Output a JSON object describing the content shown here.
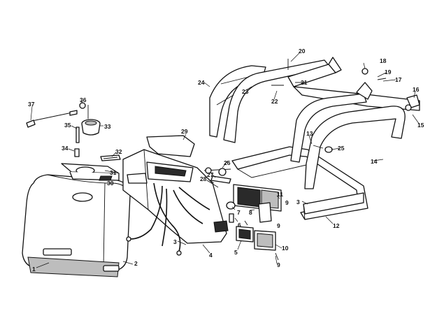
{
  "callouts": [
    {
      "id": "c1",
      "text": "1"
    },
    {
      "id": "c2",
      "text": "2"
    },
    {
      "id": "c3a",
      "text": "3"
    },
    {
      "id": "c3b",
      "text": "3"
    },
    {
      "id": "c4",
      "text": "4"
    },
    {
      "id": "c5",
      "text": "5"
    },
    {
      "id": "c6",
      "text": "6"
    },
    {
      "id": "c7",
      "text": "7"
    },
    {
      "id": "c8",
      "text": "8"
    },
    {
      "id": "c9a",
      "text": "9"
    },
    {
      "id": "c9b",
      "text": "9"
    },
    {
      "id": "c9c",
      "text": "9"
    },
    {
      "id": "c10",
      "text": "10"
    },
    {
      "id": "c11",
      "text": "11"
    },
    {
      "id": "c12",
      "text": "12"
    },
    {
      "id": "c13",
      "text": "13"
    },
    {
      "id": "c14",
      "text": "14"
    },
    {
      "id": "c15",
      "text": "15"
    },
    {
      "id": "c16",
      "text": "16"
    },
    {
      "id": "c17",
      "text": "17"
    },
    {
      "id": "c18",
      "text": "18"
    },
    {
      "id": "c19",
      "text": "19"
    },
    {
      "id": "c20",
      "text": "20"
    },
    {
      "id": "c21",
      "text": "21"
    },
    {
      "id": "c22",
      "text": "22"
    },
    {
      "id": "c23",
      "text": "23"
    },
    {
      "id": "c24",
      "text": "24"
    },
    {
      "id": "c25",
      "text": "25"
    },
    {
      "id": "c26",
      "text": "26"
    },
    {
      "id": "c27",
      "text": "27"
    },
    {
      "id": "c28",
      "text": "28"
    },
    {
      "id": "c29",
      "text": "29"
    },
    {
      "id": "c30",
      "text": "30"
    },
    {
      "id": "c31",
      "text": "31"
    },
    {
      "id": "c32",
      "text": "32"
    },
    {
      "id": "c33",
      "text": "33"
    },
    {
      "id": "c34",
      "text": "34"
    },
    {
      "id": "c35",
      "text": "35"
    },
    {
      "id": "c36",
      "text": "36"
    },
    {
      "id": "c37",
      "text": "37"
    }
  ]
}
